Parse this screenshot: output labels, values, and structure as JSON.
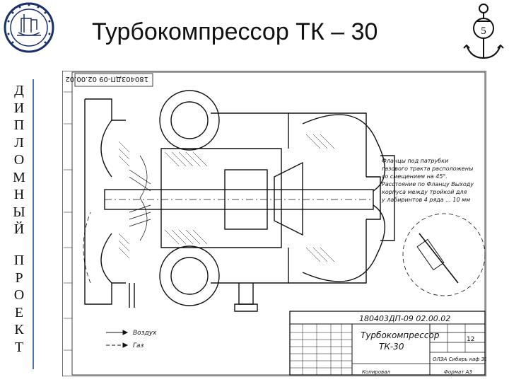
{
  "slide": {
    "title": "Турбокомпрессор ТК – 30",
    "page_number": "5",
    "side_word_1": [
      "Д",
      "И",
      "П",
      "Л",
      "О",
      "М",
      "Н",
      "Ы",
      "Й"
    ],
    "side_word_2": [
      "П",
      "Р",
      "О",
      "Е",
      "К",
      "Т"
    ]
  },
  "drawing": {
    "doc_code_top": "180403ДП-09 02.00.02",
    "doc_code_stamp": "180403ДП-09 02.00.02",
    "product_name_line1": "Турбокомпрессор",
    "product_name_line2": "ТК-30",
    "legend": [
      {
        "label": "Воздух"
      },
      {
        "label": "Газ"
      }
    ],
    "notes": [
      "Фланцы под патрубки",
      "газового тракта расположены",
      "со смещением на 45°.",
      "Расстояние по Фланцу Выходу",
      "корпуса между тройкой для",
      "у лабиринтов 4 ряда ... 10 мм"
    ],
    "stamp_sheet": "12",
    "stamp_org": "ОЛЭА Сибирь каф ЭЭСУ",
    "stamp_copied": "Копировал",
    "stamp_format": "Формат А3"
  },
  "colors": {
    "accent_line": "#4a78b5",
    "ink": "#111111"
  }
}
